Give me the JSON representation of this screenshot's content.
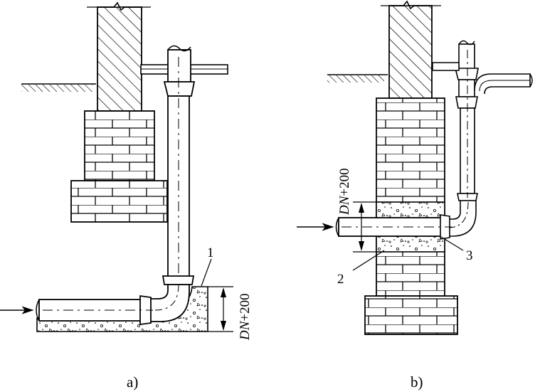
{
  "figures": [
    {
      "id": "a",
      "caption": "a)",
      "callouts": [
        "1"
      ],
      "dimension": {
        "italic": "DN",
        "rest": "+200"
      }
    },
    {
      "id": "b",
      "caption": "b)",
      "callouts": [
        "2",
        "3"
      ],
      "dimension": {
        "italic": "DN",
        "rest": "+200"
      }
    }
  ],
  "colors": {
    "ink": "#000000",
    "paper": "#ffffff"
  }
}
